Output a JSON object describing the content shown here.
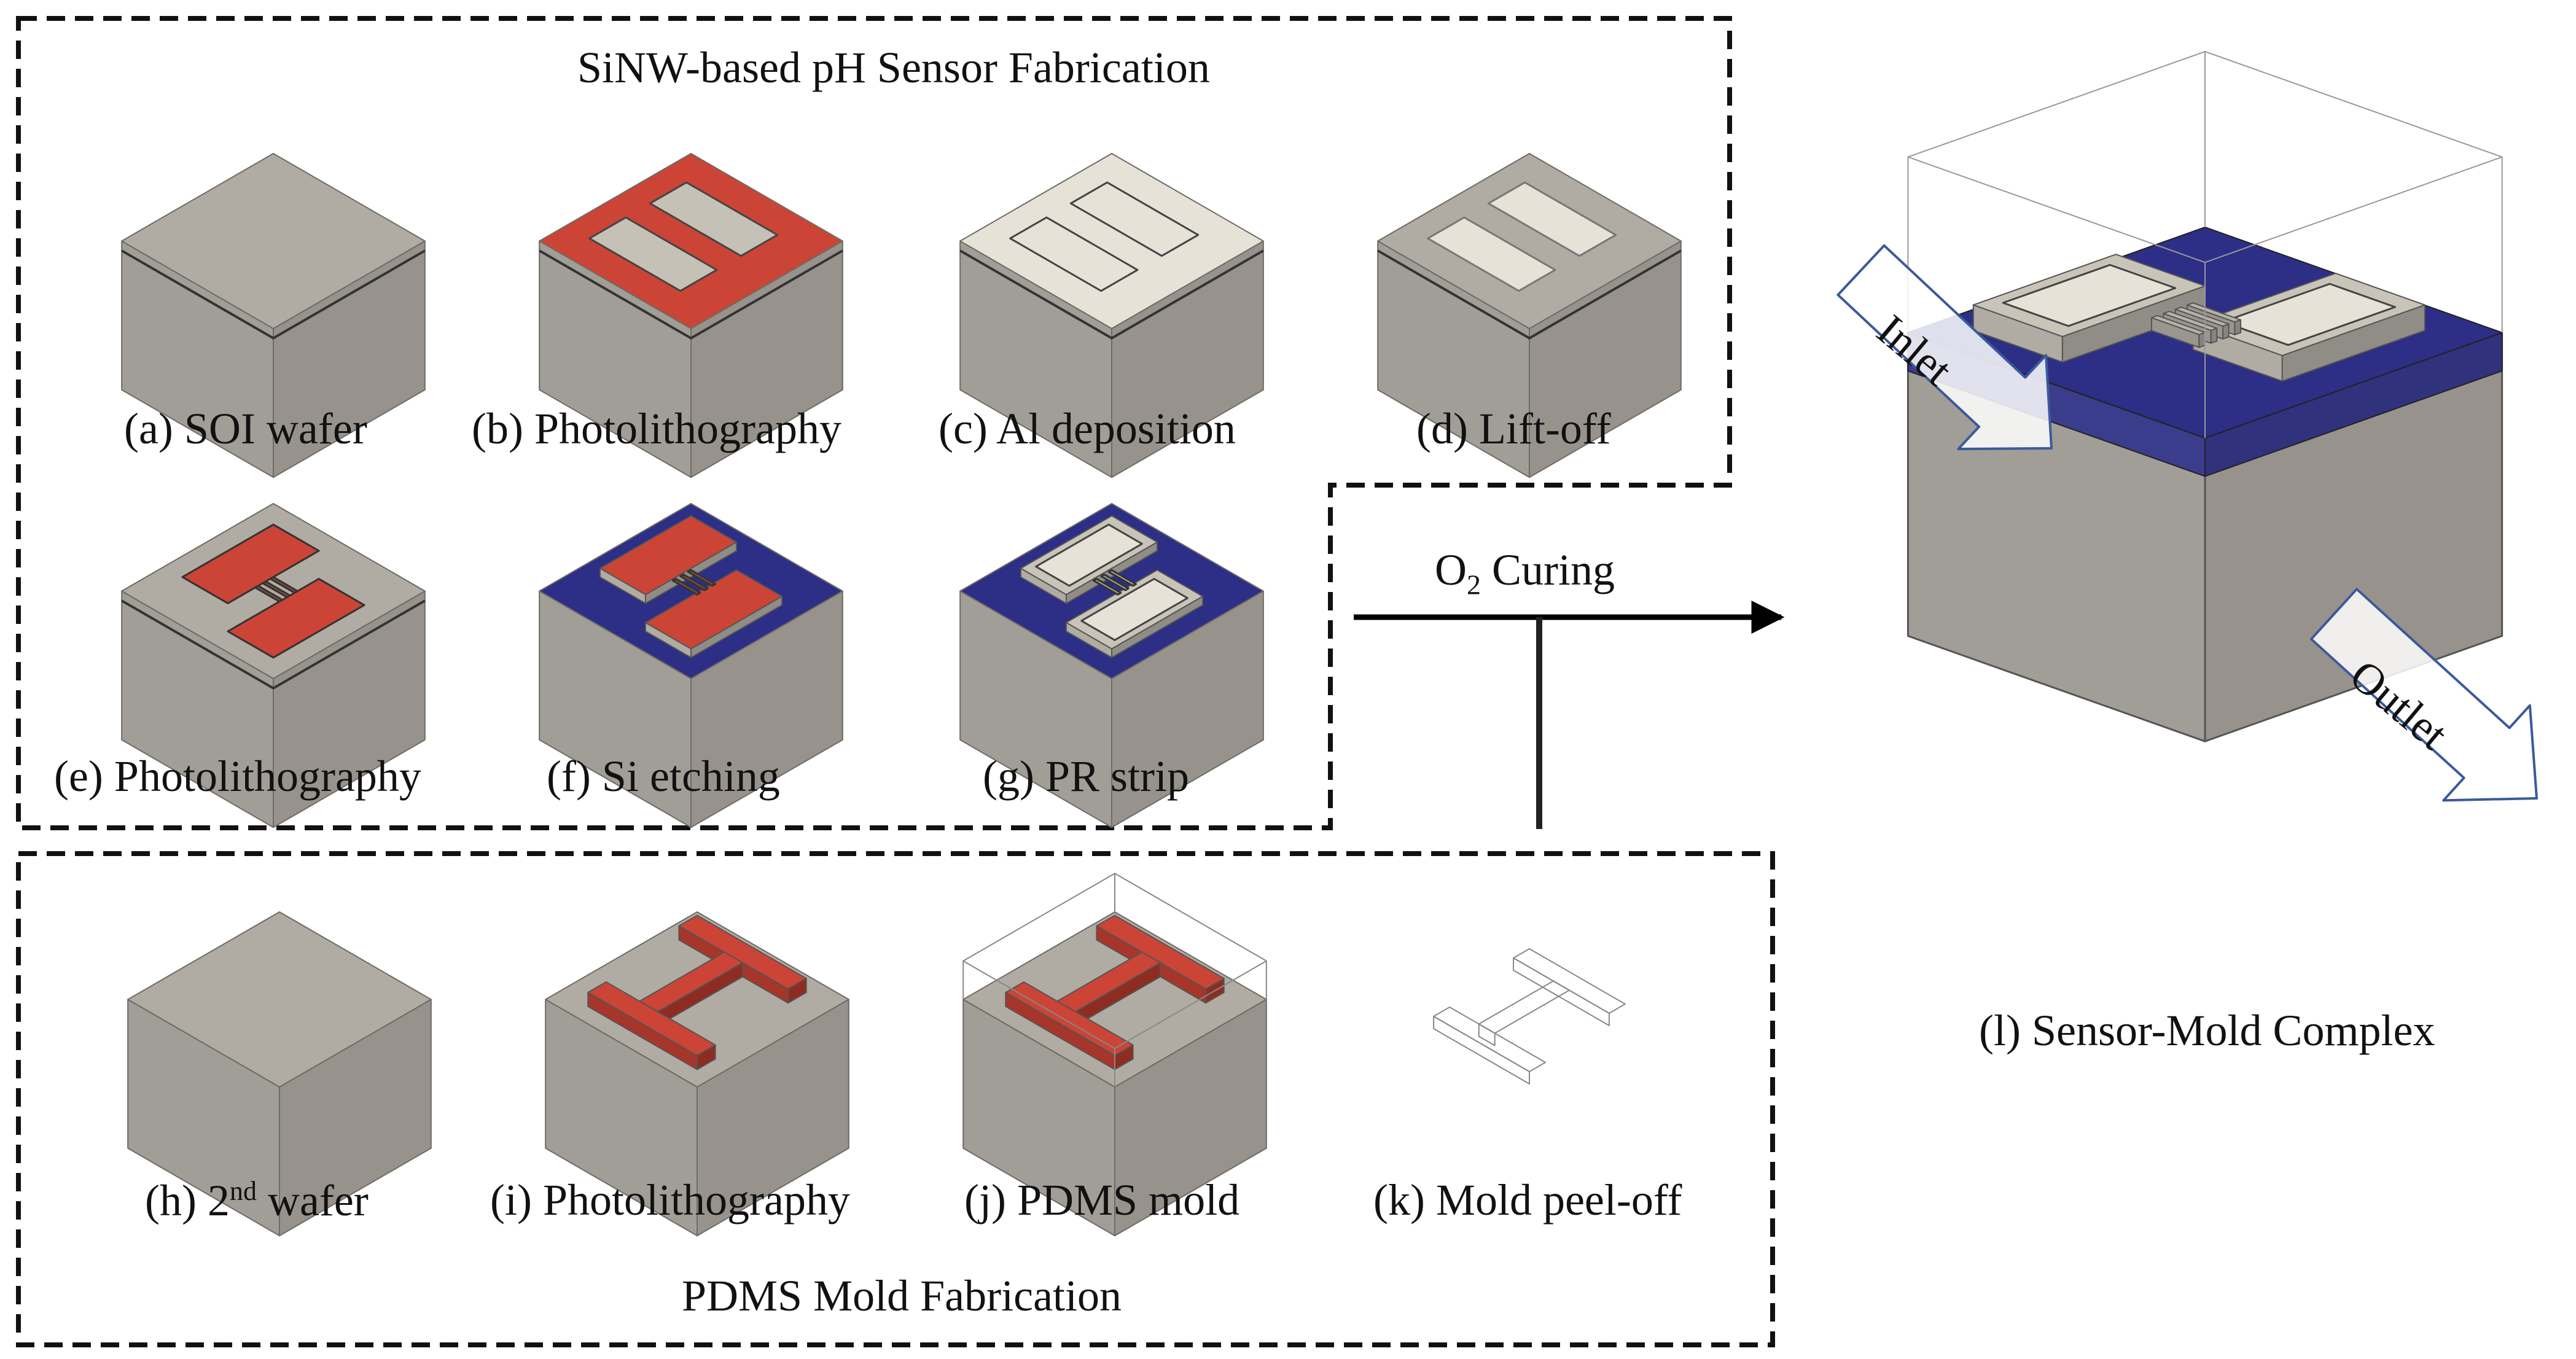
{
  "top_panel": {
    "title": "SiNW-based pH Sensor Fabrication",
    "steps": [
      {
        "label": "(a) SOI wafer"
      },
      {
        "label": "(b) Photolithography"
      },
      {
        "label": "(c) Al deposition"
      },
      {
        "label": "(d) Lift-off"
      },
      {
        "label": "(e) Photolithography"
      },
      {
        "label": "(f) Si etching"
      },
      {
        "label": "(g) PR strip"
      }
    ]
  },
  "bottom_panel": {
    "title": "PDMS Mold Fabrication",
    "steps": [
      {
        "label_prefix": "(h) 2",
        "label_sup": "nd",
        "label_suffix": " wafer"
      },
      {
        "label": "(i) Photolithography"
      },
      {
        "label": "(j) PDMS mold"
      },
      {
        "label": "(k) Mold peel-off"
      }
    ]
  },
  "curing": {
    "prefix": "O",
    "subscript": "2",
    "suffix": " Curing"
  },
  "complex": {
    "label": "(l) Sensor-Mold Complex",
    "inlet": "Inlet",
    "outlet": "Outlet"
  },
  "colors": {
    "substrate_top": "#b0aca3",
    "substrate_left": "#a19e97",
    "substrate_right": "#97938c",
    "photoresist": "#cc4436",
    "aluminum": "#e6e2d8",
    "oxide": "#2c2f85",
    "arrow_outline": "#3a5a9a"
  }
}
